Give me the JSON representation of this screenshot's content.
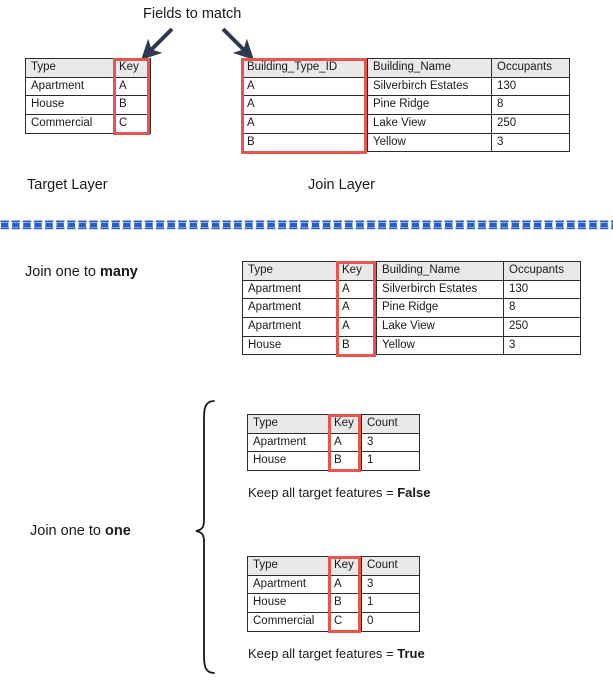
{
  "annotations": {
    "fields_to_match": "Fields to match",
    "target_layer": "Target Layer",
    "join_layer": "Join Layer",
    "join_one_to_many_prefix": "Join one to ",
    "join_one_to_many_emph": "many",
    "join_one_to_one_prefix": "Join one to ",
    "join_one_to_one_emph": "one",
    "keep_false_prefix": "Keep all target features = ",
    "keep_false_emph": "False",
    "keep_true_prefix": "Keep all target features = ",
    "keep_true_emph": "True"
  },
  "colors": {
    "highlight_red": "#e8554d",
    "arrow_navy": "#2e3a4d",
    "divider_blue": "#2a5fbf",
    "header_gray": "#e9e9e9",
    "border_dark": "#2b2b2b"
  },
  "target_table": {
    "headers": [
      "Type",
      "Key"
    ],
    "rows": [
      [
        "Apartment",
        "A"
      ],
      [
        "House",
        "B"
      ],
      [
        "Commercial",
        "C"
      ]
    ]
  },
  "join_table": {
    "headers": [
      "Building_Type_ID",
      "Building_Name",
      "Occupants"
    ],
    "rows": [
      [
        "A",
        "Silverbirch Estates",
        "130"
      ],
      [
        "A",
        "Pine Ridge",
        "8"
      ],
      [
        "A",
        "Lake View",
        "250"
      ],
      [
        "B",
        "Yellow",
        "3"
      ]
    ]
  },
  "one_to_many_table": {
    "headers": [
      "Type",
      "Key",
      "Building_Name",
      "Occupants"
    ],
    "rows": [
      [
        "Apartment",
        "A",
        "Silverbirch Estates",
        "130"
      ],
      [
        "Apartment",
        "A",
        "Pine Ridge",
        "8"
      ],
      [
        "Apartment",
        "A",
        "Lake View",
        "250"
      ],
      [
        "House",
        "B",
        "Yellow",
        "3"
      ]
    ]
  },
  "one_to_one_false_table": {
    "headers": [
      "Type",
      "Key",
      "Count"
    ],
    "rows": [
      [
        "Apartment",
        "A",
        "3"
      ],
      [
        "House",
        "B",
        "1"
      ]
    ]
  },
  "one_to_one_true_table": {
    "headers": [
      "Type",
      "Key",
      "Count"
    ],
    "rows": [
      [
        "Apartment",
        "A",
        "3"
      ],
      [
        "House",
        "B",
        "1"
      ],
      [
        "Commercial",
        "C",
        "0"
      ]
    ]
  }
}
